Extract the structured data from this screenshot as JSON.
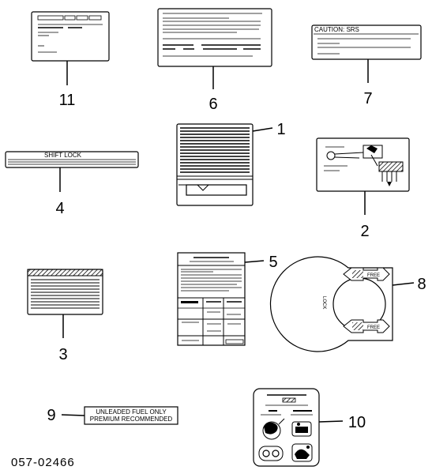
{
  "diagram_code": "057-02466",
  "labels": {
    "l1": {
      "number": "1"
    },
    "l2": {
      "number": "2"
    },
    "l3": {
      "number": "3"
    },
    "l4": {
      "number": "4",
      "text": "SHIFT    LOCK"
    },
    "l5": {
      "number": "5"
    },
    "l6": {
      "number": "6"
    },
    "l7": {
      "number": "7",
      "text": "CAUTION:  SRS"
    },
    "l8": {
      "number": "8",
      "top_tag": "FREE",
      "bottom_tag": "FREE",
      "side_text": "LOCK"
    },
    "l9": {
      "number": "9",
      "line1": "UNLEADED  FUEL  ONLY",
      "line2": "PREMIUM  RECOMMENDED"
    },
    "l10": {
      "number": "10"
    },
    "l11": {
      "number": "11"
    }
  }
}
